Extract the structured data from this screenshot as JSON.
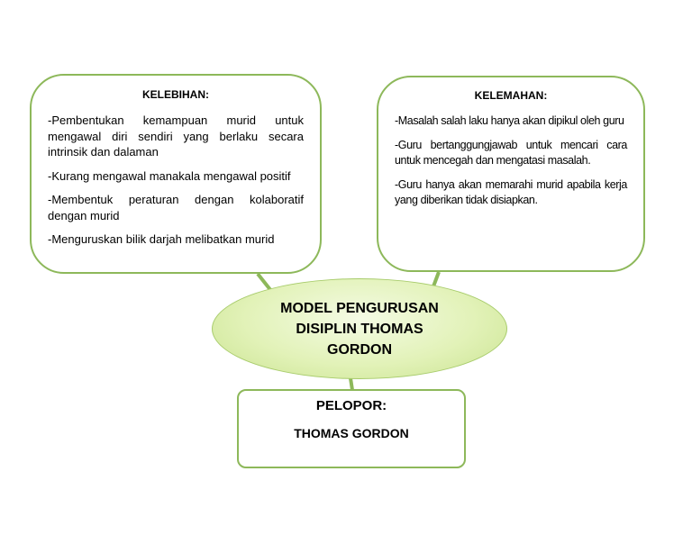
{
  "colors": {
    "border": "#8db85a",
    "ellipse_fill": "#e2f2b8",
    "connector": "#8db85a"
  },
  "center": {
    "title": "MODEL PENGURUSAN\nDISIPLIN THOMAS\nGORDON"
  },
  "kelebihan": {
    "title": "KELEBIHAN:",
    "items": [
      "-Pembentukan kemampuan murid untuk mengawal diri sendiri yang berlaku secara intrinsik dan dalaman",
      "-Kurang mengawal manakala mengawal positif",
      "-Membentuk peraturan dengan kolaboratif dengan murid",
      "-Menguruskan bilik darjah melibatkan murid"
    ]
  },
  "kelemahan": {
    "title": "KELEMAHAN:",
    "items": [
      "-Masalah salah laku hanya akan dipikul oleh guru",
      "-Guru bertanggungjawab untuk mencari cara untuk mencegah dan mengatasi masalah.",
      "-Guru hanya akan memarahi murid apabila kerja yang diberikan tidak disiapkan."
    ]
  },
  "pelopor": {
    "label": "PELOPOR:",
    "name": "THOMAS GORDON"
  }
}
